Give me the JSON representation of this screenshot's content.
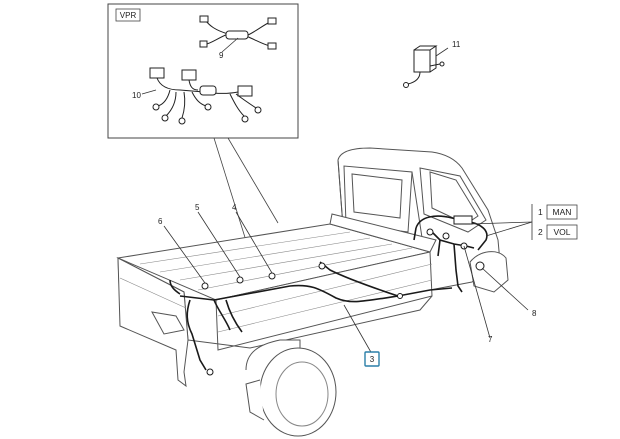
{
  "inset": {
    "title": "VPR"
  },
  "callouts": {
    "c1": "1",
    "c2": "2",
    "c3": "3",
    "c4": "4",
    "c5": "5",
    "c6": "6",
    "c7": "7",
    "c8": "8",
    "c9": "9",
    "c10": "10",
    "c11": "11"
  },
  "variants": [
    {
      "number": "1",
      "label": "MAN"
    },
    {
      "number": "2",
      "label": "VOL"
    }
  ],
  "colors": {
    "line": "#333333",
    "wire": "#1a1a1a",
    "highlight": "#2a7fa8"
  }
}
